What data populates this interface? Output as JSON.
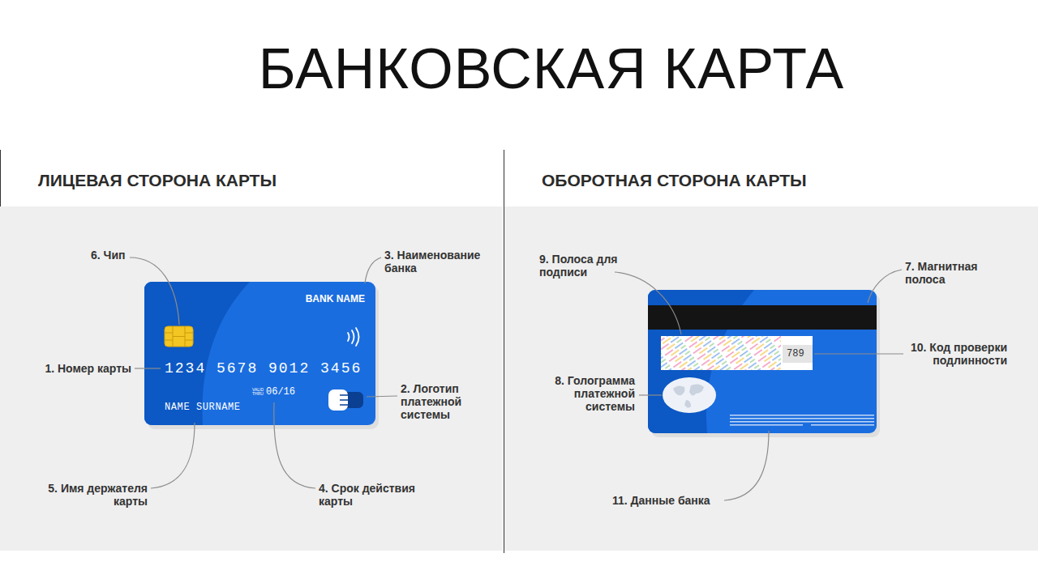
{
  "diagram": {
    "title": "БАНКОВСКАЯ КАРТА",
    "nodes": [
      {
        "text": [
          "ЛИЦЕВАЯ СТОРОНА КАРТЫ"
        ]
      },
      {
        "text": [
          "BANK NAME",
          "1234 5678 9012 3456",
          "VALID THRU",
          "06/16",
          "NAME SURNAME"
        ],
        "in": 0
      },
      {
        "text": [
          "ОБОРОТНАЯ СТОРОНА КАРТЫ"
        ]
      },
      {
        "text": [
          "789"
        ],
        "in": 2
      }
    ],
    "labels": [
      "6. Чип",
      "3. Наименование банка",
      "1. Номер карты",
      "2. Логотип платежной системы",
      "5. Имя держателя карты",
      "4. Срок действия карты",
      "9. Полоса для подписи",
      "7. Магнитная полоса",
      "10. Код проверки подлинности",
      "8. Голограмма платежной системы",
      "11. Данные банка"
    ]
  }
}
